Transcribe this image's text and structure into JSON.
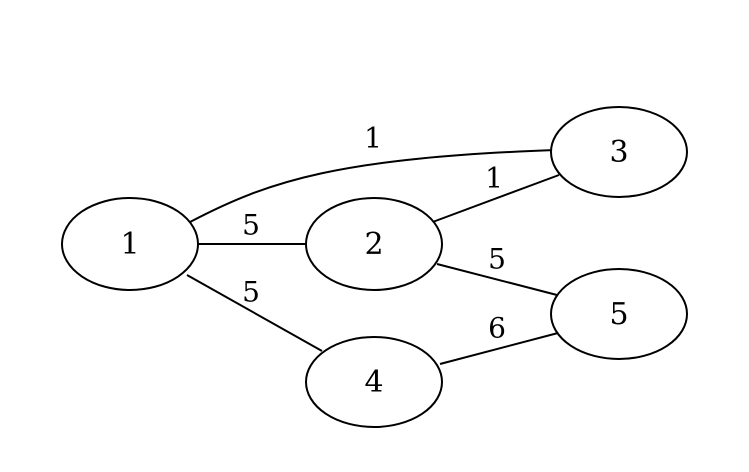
{
  "graph": {
    "nodes": [
      {
        "id": "1",
        "label": "1"
      },
      {
        "id": "2",
        "label": "2"
      },
      {
        "id": "3",
        "label": "3"
      },
      {
        "id": "4",
        "label": "4"
      },
      {
        "id": "5",
        "label": "5"
      }
    ],
    "edges": [
      {
        "from": "1",
        "to": "3",
        "weight": "1"
      },
      {
        "from": "1",
        "to": "2",
        "weight": "5"
      },
      {
        "from": "1",
        "to": "4",
        "weight": "5"
      },
      {
        "from": "2",
        "to": "3",
        "weight": "1"
      },
      {
        "from": "2",
        "to": "5",
        "weight": "5"
      },
      {
        "from": "4",
        "to": "5",
        "weight": "6"
      }
    ]
  }
}
